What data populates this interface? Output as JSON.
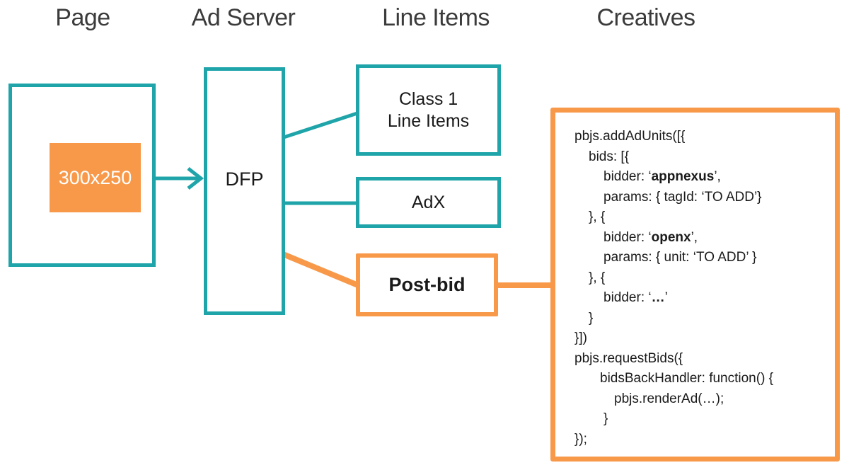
{
  "colors": {
    "teal": "#1ea4a9",
    "orange": "#f8994a",
    "header_text": "#3b3b3b",
    "box_text": "#1a1a1a",
    "ad_slot_text": "#ffffff",
    "background": "#ffffff"
  },
  "headers": {
    "page": "Page",
    "ad_server": "Ad Server",
    "line_items": "Line Items",
    "creatives": "Creatives"
  },
  "page_column": {
    "ad_slot_size": "300x250"
  },
  "ad_server_column": {
    "dfp_label": "DFP"
  },
  "line_items_column": {
    "class1_line1": "Class 1",
    "class1_line2": "Line Items",
    "adx_label": "AdX",
    "postbid_label": "Post-bid"
  },
  "creatives_column": {
    "code_lines": [
      {
        "indent": 0,
        "segments": [
          {
            "text": "pbjs.addAdUnits([{",
            "bold": false
          }
        ]
      },
      {
        "indent": 20,
        "segments": [
          {
            "text": "bids: [{",
            "bold": false
          }
        ]
      },
      {
        "indent": 41,
        "segments": [
          {
            "text": "bidder: ‘",
            "bold": false
          },
          {
            "text": "appnexus",
            "bold": true
          },
          {
            "text": "’,",
            "bold": false
          }
        ]
      },
      {
        "indent": 41,
        "segments": [
          {
            "text": "params: { tagId: ‘TO ADD’}",
            "bold": false
          }
        ]
      },
      {
        "indent": 20,
        "segments": [
          {
            "text": "}, {",
            "bold": false
          }
        ]
      },
      {
        "indent": 41,
        "segments": [
          {
            "text": "bidder: ‘",
            "bold": false
          },
          {
            "text": "openx",
            "bold": true
          },
          {
            "text": "’,",
            "bold": false
          }
        ]
      },
      {
        "indent": 41,
        "segments": [
          {
            "text": "params: { unit: ‘TO ADD’ }",
            "bold": false
          }
        ]
      },
      {
        "indent": 20,
        "segments": [
          {
            "text": "}, {",
            "bold": false
          }
        ]
      },
      {
        "indent": 41,
        "segments": [
          {
            "text": "bidder: ‘",
            "bold": false
          },
          {
            "text": "…",
            "bold": true
          },
          {
            "text": "’",
            "bold": false
          }
        ]
      },
      {
        "indent": 20,
        "segments": [
          {
            "text": "}",
            "bold": false
          }
        ]
      },
      {
        "indent": 0,
        "segments": [
          {
            "text": "}])",
            "bold": false
          }
        ]
      },
      {
        "indent": 0,
        "segments": [
          {
            "text": "pbjs.requestBids({",
            "bold": false
          }
        ]
      },
      {
        "indent": 36,
        "segments": [
          {
            "text": "bidsBackHandler: function() {",
            "bold": false
          }
        ]
      },
      {
        "indent": 56,
        "segments": [
          {
            "text": "pbjs.renderAd(…);",
            "bold": false
          }
        ]
      },
      {
        "indent": 41,
        "segments": [
          {
            "text": "}",
            "bold": false
          }
        ]
      },
      {
        "indent": 0,
        "segments": [
          {
            "text": "});",
            "bold": false
          }
        ]
      }
    ]
  }
}
